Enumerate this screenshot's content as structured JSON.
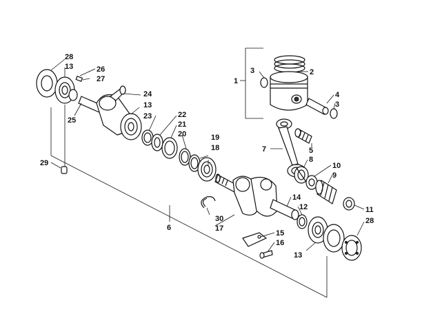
{
  "callouts": {
    "c1": "1",
    "c2": "2",
    "c3a": "3",
    "c3b": "3",
    "c4": "4",
    "c5": "5",
    "c6": "6",
    "c7": "7",
    "c8": "8",
    "c9": "9",
    "c10": "10",
    "c11": "11",
    "c12": "12",
    "c13a": "13",
    "c13b": "13",
    "c13c": "13",
    "c14": "14",
    "c15": "15",
    "c16": "16",
    "c17": "17",
    "c18": "18",
    "c19": "19",
    "c20": "20",
    "c21": "21",
    "c22": "22",
    "c23": "23",
    "c24": "24",
    "c25": "25",
    "c26": "26",
    "c27": "27",
    "c28a": "28",
    "c28b": "28",
    "c29": "29",
    "c30": "30"
  }
}
